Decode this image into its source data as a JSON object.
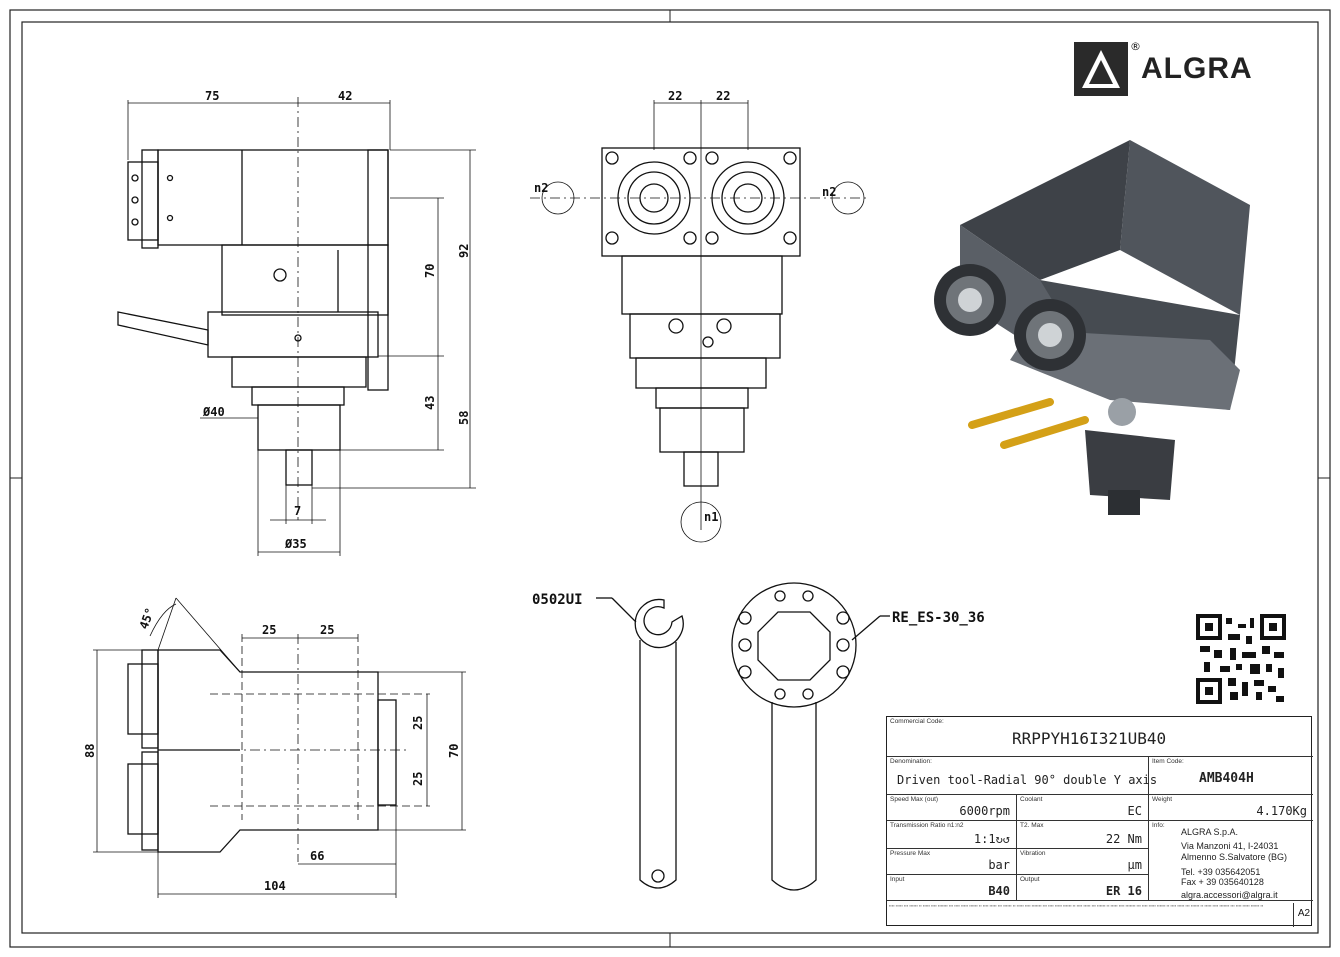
{
  "brand": {
    "name": "ALGRA",
    "registered": "®"
  },
  "dimensions": {
    "side_top": [
      "75",
      "42"
    ],
    "side_right": [
      "92",
      "70",
      "43",
      "58"
    ],
    "side_bottom": [
      "Ø40",
      "7",
      "Ø35"
    ],
    "front_top": [
      "22",
      "22"
    ],
    "rotation": [
      "n2",
      "n2",
      "n1"
    ],
    "bottom_view": [
      "45°",
      "25",
      "25",
      "88",
      "25",
      "25",
      "70",
      "66",
      "104"
    ]
  },
  "accessories": {
    "wrench": "0502UI",
    "key": "RE_ES-30_36"
  },
  "title_block": {
    "commercial_code_caption": "Commercial Code:",
    "commercial_code": "RRPPYH16I321UB40",
    "denomination_caption": "Denomination:",
    "denomination": "Driven tool-Radial 90° double Y axis",
    "item_code_caption": "Item Code:",
    "item_code": "AMB404H",
    "speed_caption": "Speed Max (out)",
    "speed": "6000rpm",
    "coolant_caption": "Coolant",
    "coolant": "EC",
    "weight_caption": "Weight",
    "weight": "4.170Kg",
    "ratio_caption": "Transmission Ratio n1:n2",
    "ratio": "1:1↻↺",
    "torque_caption": "T2. Max",
    "torque": "22 Nm",
    "info_caption": "Info:",
    "pressure_caption": "Pressure Max",
    "pressure": "bar",
    "vibration_caption": "Vibration",
    "vibration": "µm",
    "input_caption": "Input",
    "input": "B40",
    "output_caption": "Output",
    "output": "ER 16",
    "company": "ALGRA S.p.A.",
    "address1": "Via Manzoni 41, I-24031",
    "address2": "Almenno S.Salvatore (BG)",
    "tel": "Tel. +39 035642051",
    "fax": "Fax + 39 035640128",
    "email": "algra.accessori@algra.it",
    "sheet_size": "A2"
  },
  "colors": {
    "line": "#111111",
    "body": "#4a4f56",
    "pin": "#d4a017"
  }
}
